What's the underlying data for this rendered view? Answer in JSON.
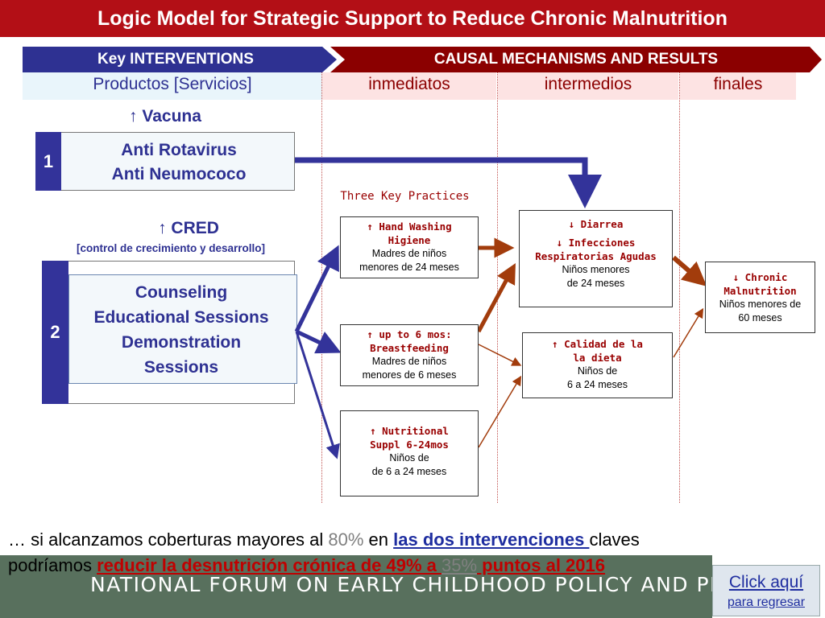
{
  "title": "Logic Model for Strategic Support to Reduce Chronic Malnutrition",
  "headers": {
    "left": "Key INTERVENTIONS",
    "right": "CAUSAL MECHANISMS AND RESULTS"
  },
  "subheaders": {
    "products": "Productos [Servicios]",
    "immediate": "inmediatos",
    "intermediate": "intermedios",
    "final": "finales"
  },
  "intervention1": {
    "heading": "↑ Vacuna",
    "number": "1",
    "line1": "Anti Rotavirus",
    "line2": "Anti Neumococo"
  },
  "intervention2": {
    "heading": "↑ CRED",
    "subheading": "[control de crecimiento y desarrollo]",
    "number": "2",
    "line1": "Counseling",
    "line2": "Educational Sessions",
    "line3": "Demonstration",
    "line4": "Sessions"
  },
  "three_key_practices": "Three Key Practices",
  "boxes": {
    "hand_washing": {
      "title1": "↑ Hand Washing",
      "title2": "Higiene",
      "sub1": "Madres de niños",
      "sub2": "menores de 24 meses"
    },
    "breastfeeding": {
      "title1": "↑ up to 6 mos:",
      "title2": "Breastfeeding",
      "sub1": "Madres de niños",
      "sub2": "menores de 6 meses"
    },
    "nutritional": {
      "title1": "↑ Nutritional",
      "title2": "Suppl 6-24mos",
      "sub1": "Niños de",
      "sub2": "de 6 a 24  meses"
    },
    "diarrea": {
      "title1": "↓ Diarrea",
      "title2": "↓ Infecciones",
      "title3": "Respiratorias Agudas",
      "sub1": "Niños menores",
      "sub2": "de 24 meses"
    },
    "calidad": {
      "title1": "↑ Calidad de la",
      "title2": "la dieta",
      "sub1": "Niños de",
      "sub2": "6 a 24 meses"
    },
    "chronic": {
      "title1": "↓ Chronic",
      "title2": "Malnutrition",
      "sub1": "Niños menores de",
      "sub2": "60 meses"
    }
  },
  "bottom_text": {
    "p1": "… si alcanzamos coberturas mayores al ",
    "pct": "80%",
    "p2": " en ",
    "link": "las dos intervenciones ",
    "p3": "claves podríamos ",
    "hl1": "reducir la desnutrición crónica de 49% a ",
    "pct2": "35%",
    "hl2": " puntos al 2016"
  },
  "footer_banner": "NATIONAL FORUM ON EARLY CHILDHOOD POLICY AND PROGRAMS",
  "click_button": {
    "line1": "Click aquí",
    "line2": "para regresar"
  },
  "colors": {
    "title_bg": "#b30f16",
    "left_header": "#2e3192",
    "right_header": "#8b0000",
    "arrow_blue": "#33339a",
    "arrow_brown": "#a23c0c",
    "result_text": "#990000"
  }
}
